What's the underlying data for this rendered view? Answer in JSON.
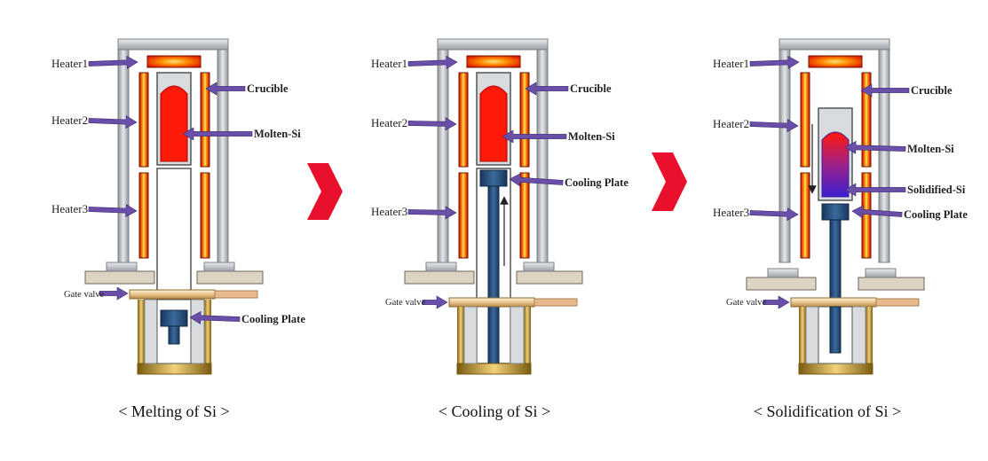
{
  "colors": {
    "arrow": "#6a4fa8",
    "heater_core": "#ff2a00",
    "heater_glow": "#ffd000",
    "molten": "#ff1a0a",
    "solidified": "#3a1fd0",
    "cooling_plate": "#234a78",
    "frame": "#a7acb2",
    "base": "#ddd3c2",
    "gate_tube": "#e7b98c",
    "gold": "#b88a1a",
    "chevron": "#e8102a"
  },
  "panels": [
    {
      "caption": "< Melting of Si >",
      "labels": {
        "heater1": "Heater1",
        "heater2": "Heater2",
        "heater3": "Heater3",
        "gate_valve": "Gate valve",
        "crucible": "Crucible",
        "molten_si": "Molten-Si",
        "cooling_plate": "Cooling Plate"
      }
    },
    {
      "caption": "< Cooling of Si >",
      "labels": {
        "heater1": "Heater1",
        "heater2": "Heater2",
        "heater3": "Heater3",
        "gate_valve": "Gate valve",
        "crucible": "Crucible",
        "molten_si": "Molten-Si",
        "cooling_plate": "Cooling Plate"
      }
    },
    {
      "caption": "< Solidification of Si >",
      "labels": {
        "heater1": "Heater1",
        "heater2": "Heater2",
        "heater3": "Heater3",
        "gate_valve": "Gate valve",
        "crucible": "Crucible",
        "molten_si": "Molten-Si",
        "solidified_si": "Solidified-Si",
        "cooling_plate": "Cooling Plate"
      }
    }
  ],
  "transition_icon": "chevron-right-icon"
}
